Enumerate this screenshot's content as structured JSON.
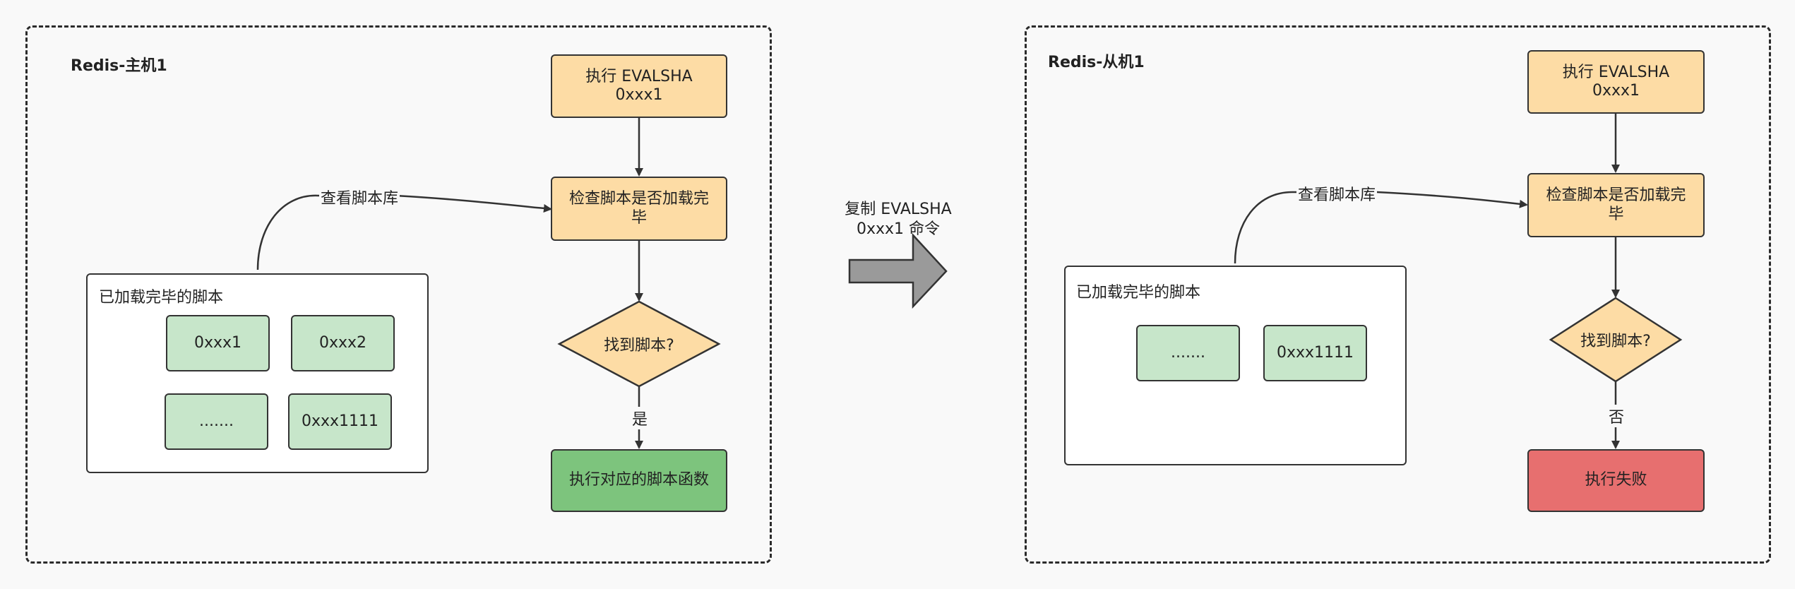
{
  "master": {
    "title": "Redis-主机1",
    "exec_box": "执行 EVALSHA\n0xxx1",
    "check_box": "检查脚本是否加载完毕",
    "decision": "找到脚本?",
    "lookup_label": "查看脚本库",
    "yes_label": "是",
    "result_box": "执行对应的脚本函数",
    "cache_title": "已加载完毕的脚本",
    "scripts": [
      "0xxx1",
      "0xxx2",
      ".......",
      "0xxx1111"
    ]
  },
  "replicate": {
    "label_line1": "复制 EVALSHA",
    "label_line2": "0xxx1 命令"
  },
  "slave": {
    "title": "Redis-从机1",
    "exec_box": "执行 EVALSHA\n0xxx1",
    "check_box": "检查脚本是否加载完毕",
    "decision": "找到脚本?",
    "lookup_label": "查看脚本库",
    "no_label": "否",
    "result_box": "执行失败",
    "cache_title": "已加载完毕的脚本",
    "scripts": [
      ".......",
      "0xxx1111"
    ]
  },
  "colors": {
    "orange": "#fddca5",
    "green": "#c7e6ca",
    "success": "#7dc47d",
    "failure": "#e76f6f",
    "arrow": "#9a9a9a"
  }
}
